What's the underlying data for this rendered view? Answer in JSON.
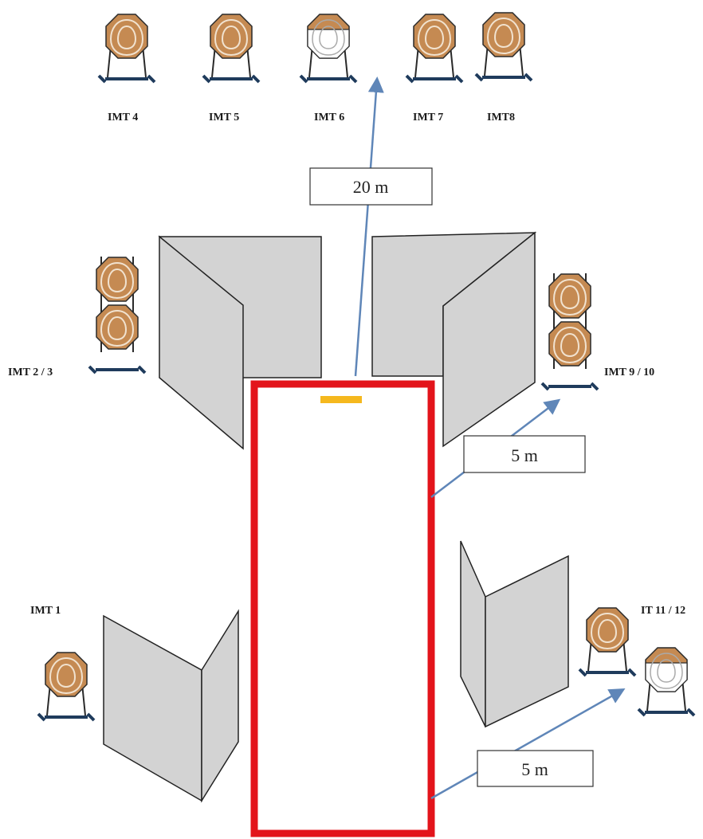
{
  "targets": {
    "imt4": "IMT 4",
    "imt5": "IMT 5",
    "imt6": "IMT 6",
    "imt7": "IMT 7",
    "imt8": "IMT8",
    "imt23": "IMT 2 / 3",
    "imt910": "IMT 9 / 10",
    "imt1": "IMT 1",
    "it1112": "IT 11 / 12"
  },
  "distances": {
    "top": "20 m",
    "mid": "5 m",
    "bottom": "5 m"
  },
  "colors": {
    "shooting_box": "#e3141b",
    "start_marker": "#f5b81e",
    "arrow": "#5f86b8",
    "target_fill": "#c58a52",
    "target_no_shoot": "#ffffff",
    "barrier_fill": "#d3d3d3",
    "stand_base": "#1f3b5c"
  }
}
